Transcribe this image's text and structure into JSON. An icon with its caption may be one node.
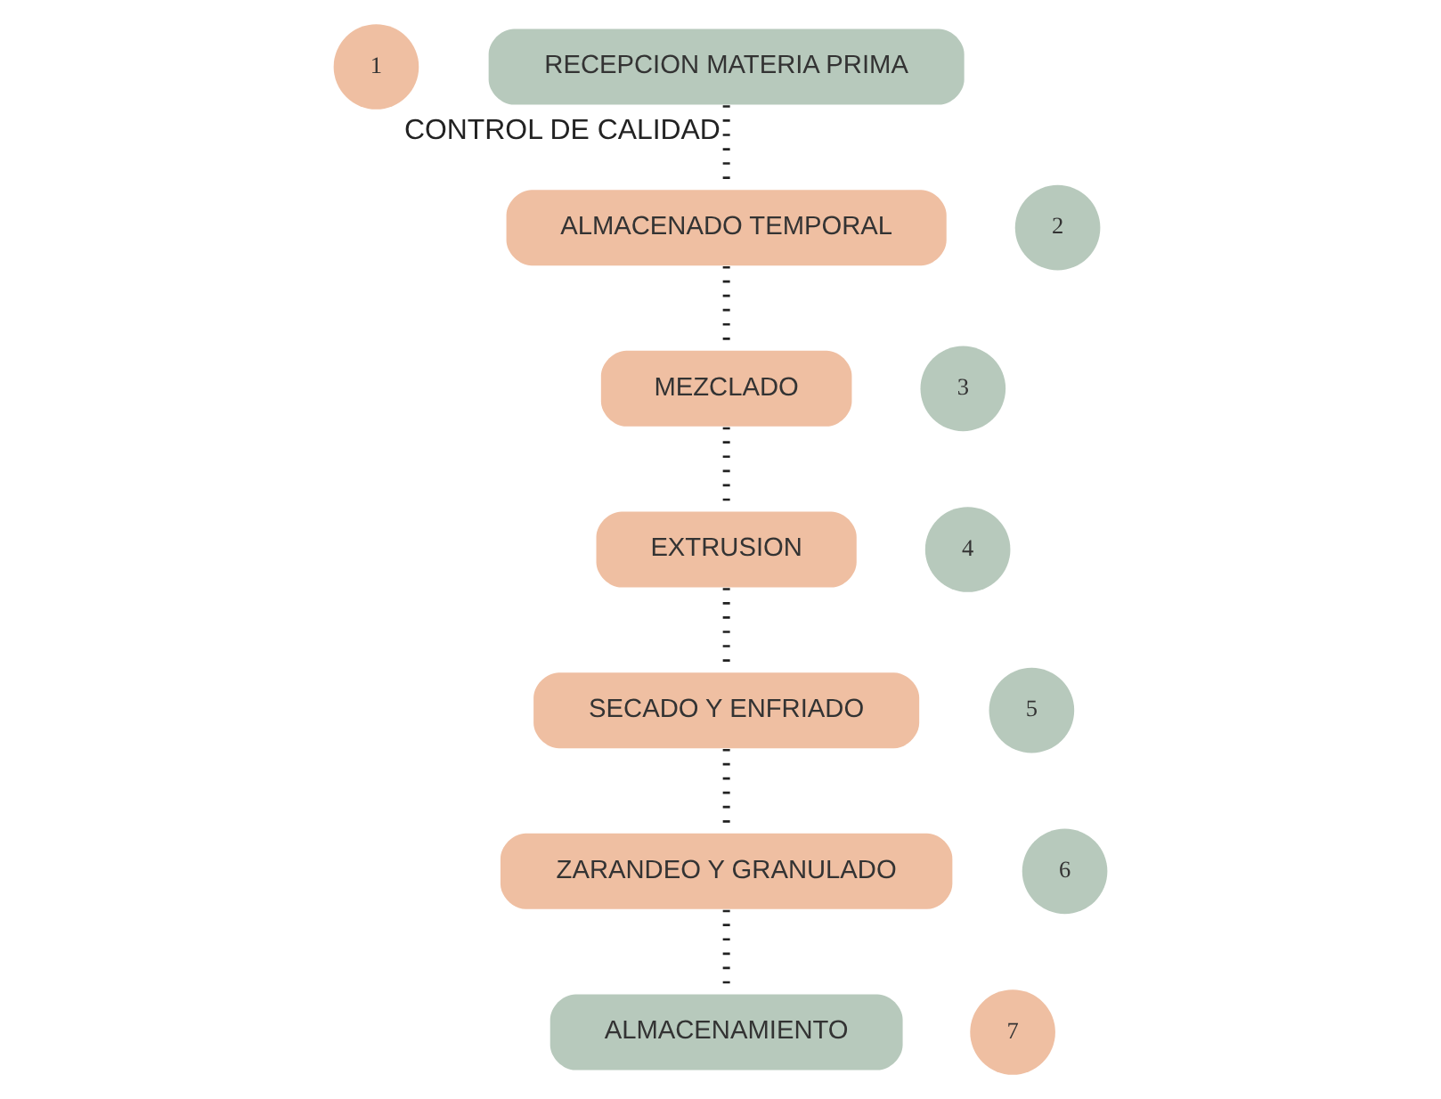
{
  "diagram": {
    "nodes": [
      {
        "text": [
          "1"
        ]
      },
      {
        "text": [
          "RECEPCION MATERIA PRIMA"
        ]
      },
      {
        "text": [
          "2"
        ]
      },
      {
        "text": [
          "ALMACENADO TEMPORAL"
        ]
      },
      {
        "text": [
          "MEZCLADO"
        ]
      },
      {
        "text": [
          "3"
        ]
      },
      {
        "text": [
          "4"
        ]
      },
      {
        "text": [
          "EXTRUSION"
        ]
      },
      {
        "text": [
          "SECADO Y ENFRIADO"
        ]
      },
      {
        "text": [
          "5"
        ]
      },
      {
        "text": [
          "6"
        ]
      },
      {
        "text": [
          "ZARANDEO Y GRANULADO"
        ]
      },
      {
        "text": [
          "ALMACENAMIENTO"
        ]
      },
      {
        "text": [
          "7"
        ]
      }
    ],
    "edges": [
      {
        "from": 1,
        "to": 3,
        "arrow": "none",
        "label": "CONTROL DE CALIDAD"
      },
      {
        "from": 3,
        "to": 4,
        "arrow": "none"
      },
      {
        "from": 4,
        "to": 7,
        "arrow": "none"
      },
      {
        "from": 7,
        "to": 8,
        "arrow": "none"
      },
      {
        "from": 8,
        "to": 11,
        "arrow": "none"
      },
      {
        "from": 11,
        "to": 12,
        "arrow": "none"
      }
    ]
  }
}
